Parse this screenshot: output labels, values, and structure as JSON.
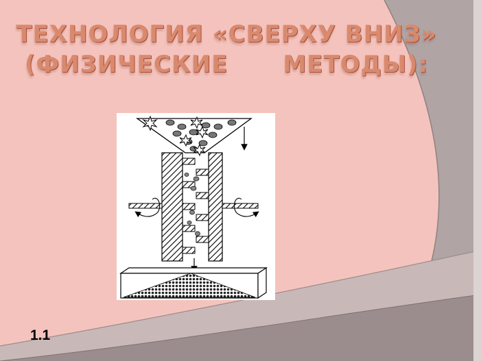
{
  "slide": {
    "title_line1": "ТЕХНОЛОГИЯ «СВЕРХУ ВНИЗ»",
    "title_line2_left": "(ФИЗИЧЕСКИЕ",
    "title_line2_right": "МЕТОДЫ):",
    "slide_number": "1.1"
  },
  "colors": {
    "background": "#f5c3bd",
    "title": "#d98a6e",
    "grey_band": "#b0a4a4"
  },
  "figure": {
    "description_icon": "mill-diagram-icon"
  }
}
